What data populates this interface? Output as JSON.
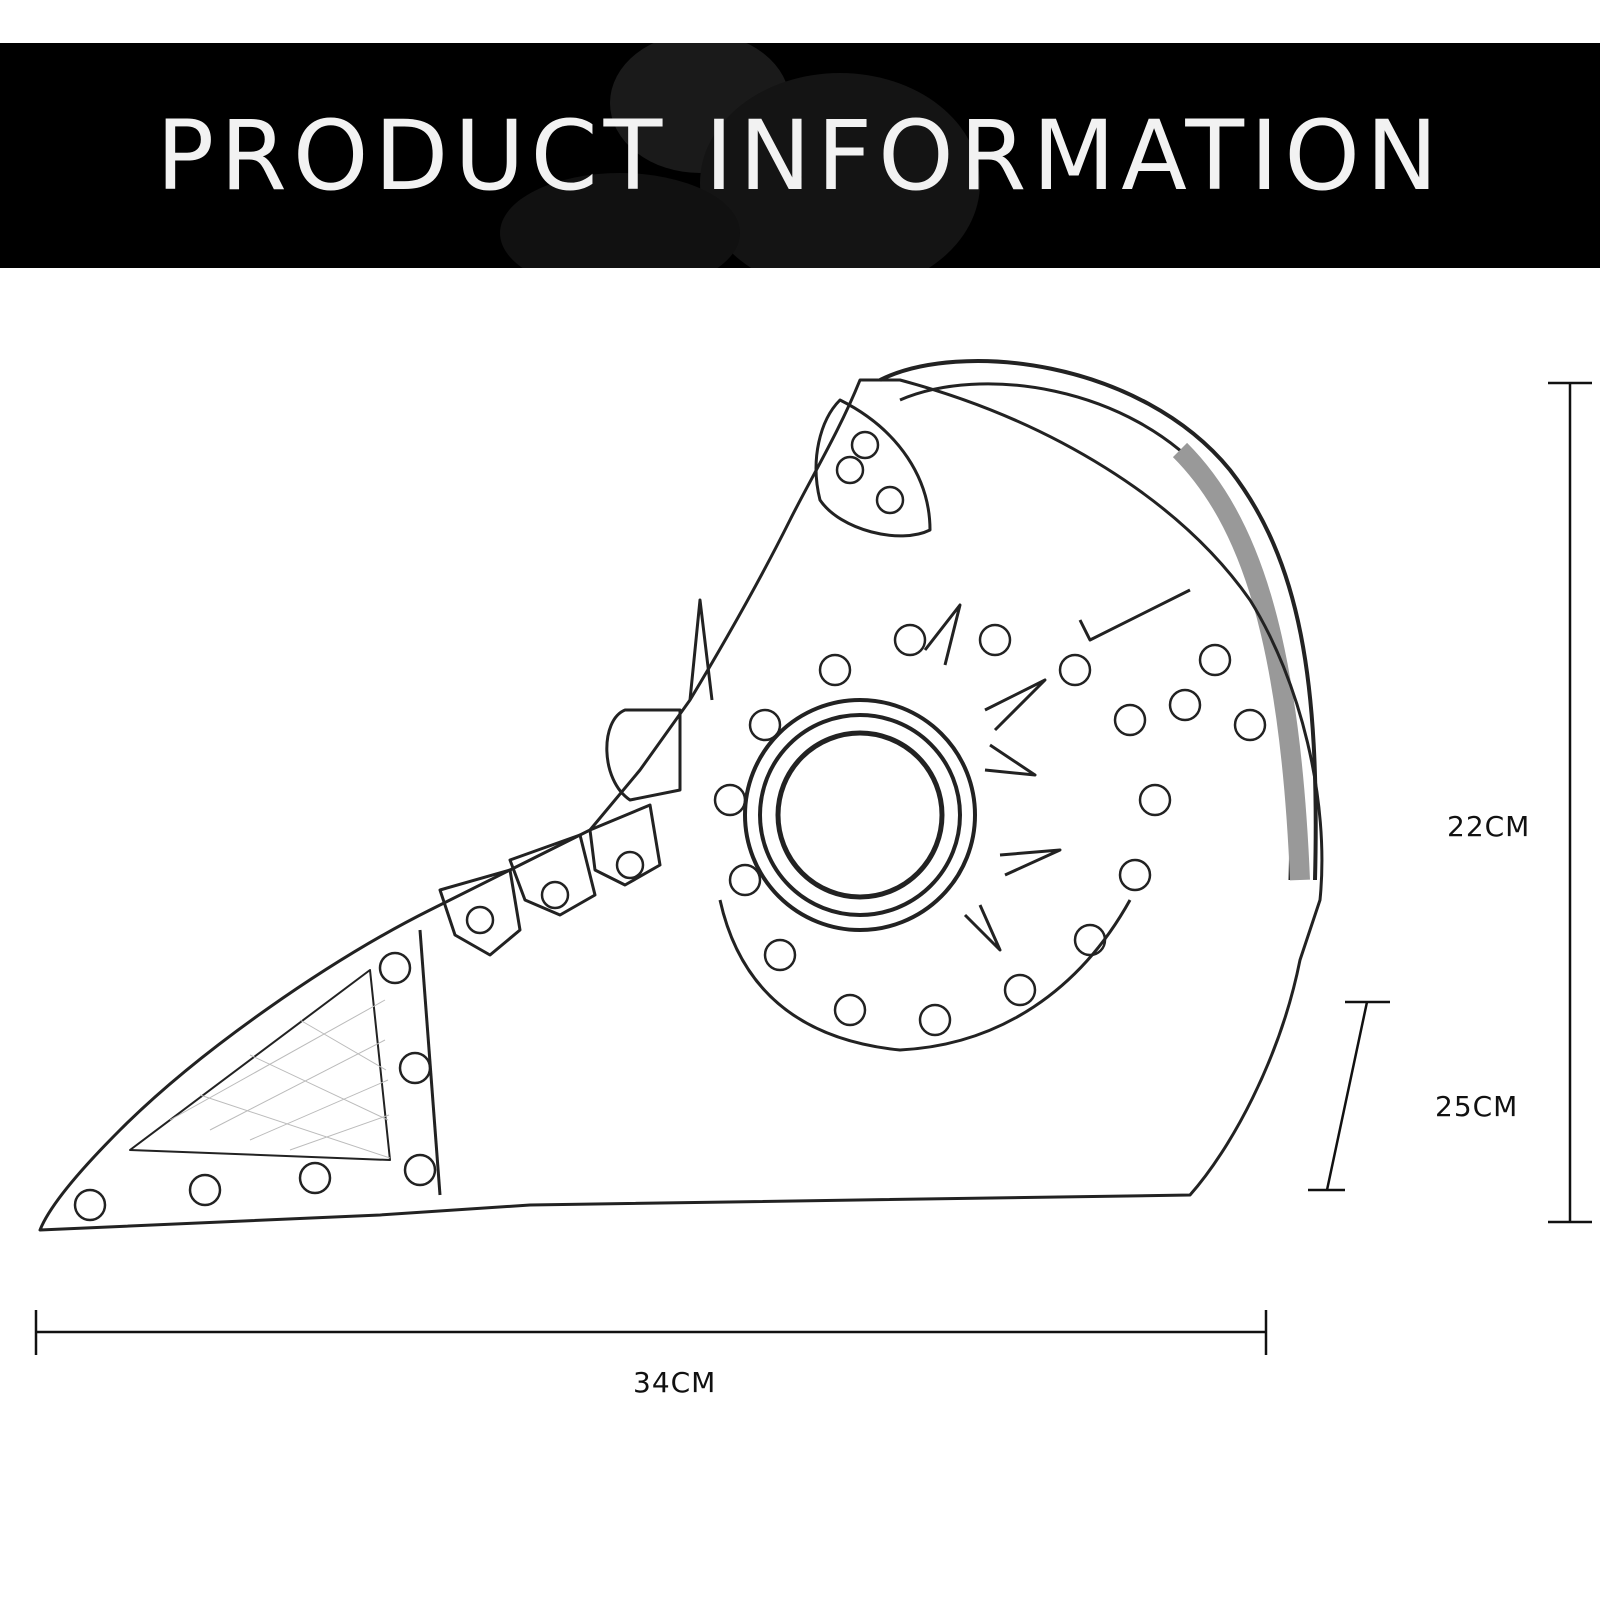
{
  "header": {
    "title": "PRODUCT INFORMATION"
  },
  "dimensions": {
    "height": "22CM",
    "depth": "25CM",
    "length": "34CM"
  },
  "colors": {
    "banner": "#000000",
    "title": "#f2f2f2",
    "line": "#111111"
  }
}
